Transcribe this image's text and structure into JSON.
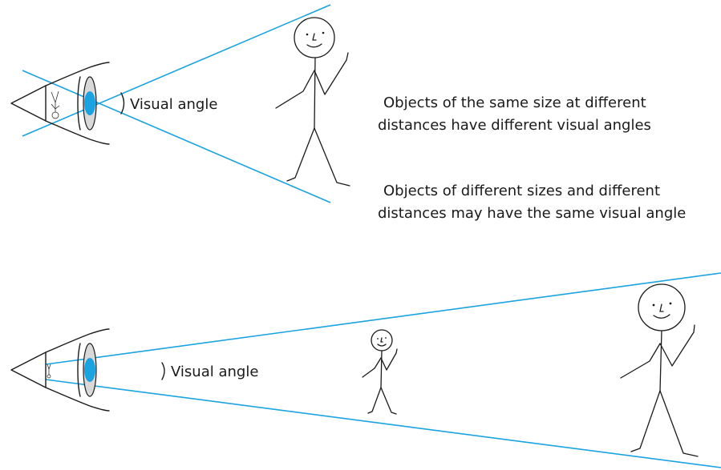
{
  "labels": {
    "visual_angle_top": "Visual angle",
    "visual_angle_bottom": "Visual angle",
    "note_1_line_1": "Objects of the same size at different",
    "note_1_line_2": "distances have different visual angles",
    "note_2_line_1": "Objects of different sizes and different",
    "note_2_line_2": "distances may have the same visual angle"
  },
  "colors": {
    "ray": "#1aa3e0",
    "pupil": "#1aa3e0",
    "iris": "#d9d9d9",
    "ink": "#1a1a1a"
  },
  "icons": {
    "eye": "eye-icon",
    "figure": "stick-figure-icon"
  }
}
